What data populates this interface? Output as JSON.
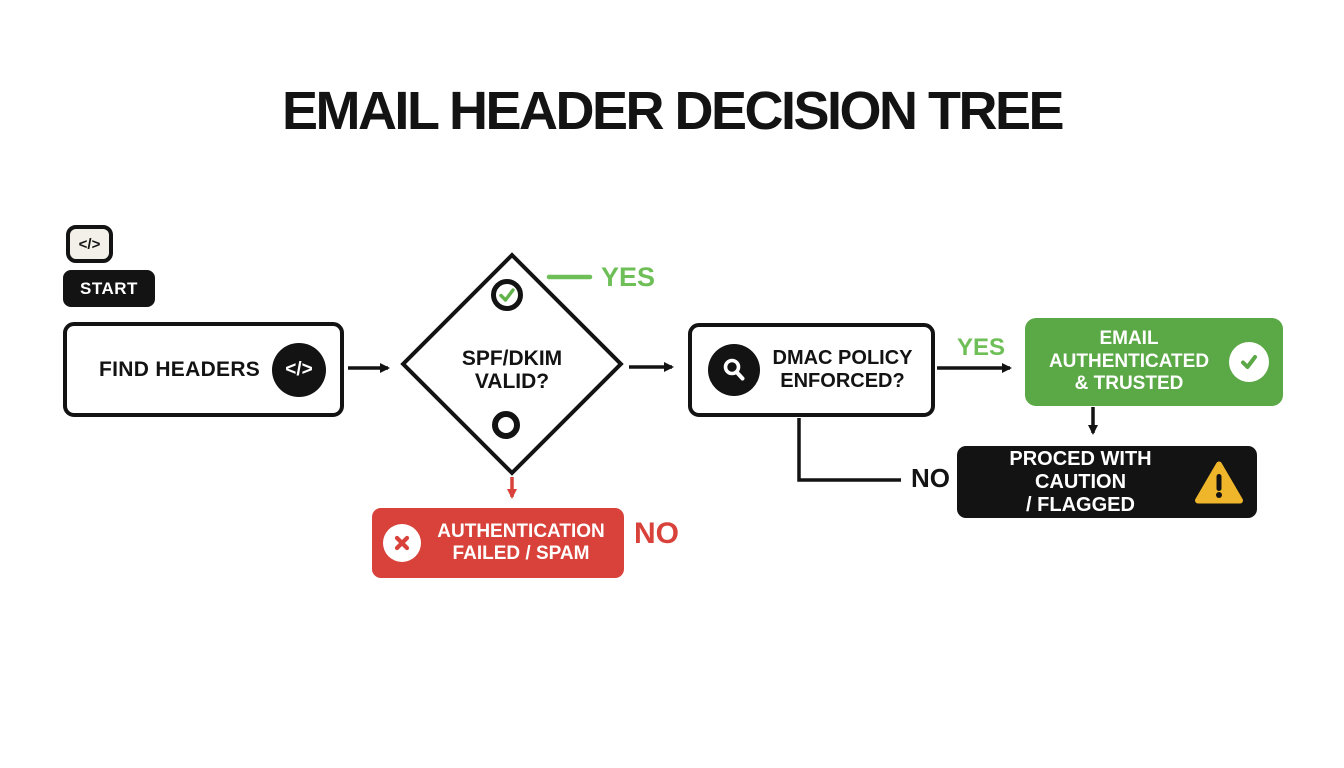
{
  "title": "EMAIL HEADER DECISION TREE",
  "badges": {
    "code_glyph": "</>",
    "start": "START"
  },
  "nodes": {
    "find_headers": {
      "label": "FIND HEADERS",
      "icon_glyph": "</>"
    },
    "spf_dkim": {
      "line1": "SPF/DKIM",
      "line2": "VALID?"
    },
    "dmac": {
      "line1": "DMAC POLICY",
      "line2": "ENFORCED?"
    },
    "authenticated": {
      "line1": "EMAIL",
      "line2": "AUTHENTICATED",
      "line3": "& TRUSTED"
    },
    "caution": {
      "line1": "PROCED WITH CAUTION",
      "line2": "/ FLAGGED"
    },
    "failed": {
      "line1": "AUTHENTICATION",
      "line2": "FAILED / SPAM"
    }
  },
  "edges": {
    "yes_spf": "YES",
    "yes_dmac": "YES",
    "no_dmac": "NO",
    "no_spf": "NO"
  },
  "colors": {
    "green_box": "#5BA846",
    "green_label": "#6FBF58",
    "red": "#D8423A",
    "yellow_warning": "#EFB62B",
    "black": "#131313",
    "code_badge_bg": "#F2F0E9"
  }
}
